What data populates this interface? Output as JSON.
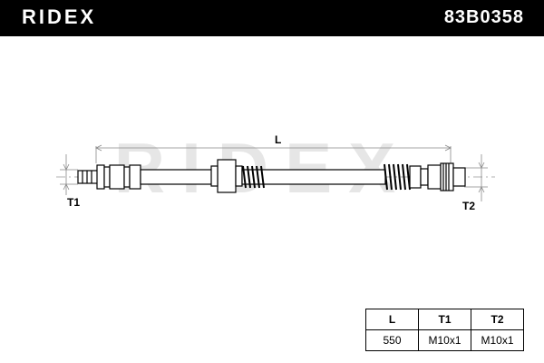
{
  "header": {
    "brand": "RIDEX",
    "part_number": "83B0358",
    "colors": {
      "bar": "#000000",
      "text": "#ffffff"
    }
  },
  "drawing": {
    "watermark": "RIDEX",
    "dimension_labels": {
      "length": "L",
      "thread_1": "T1",
      "thread_2": "T2"
    }
  },
  "spec_table": {
    "headers": [
      "L",
      "T1",
      "T2"
    ],
    "values": [
      "550",
      "M10x1",
      "M10x1"
    ]
  }
}
